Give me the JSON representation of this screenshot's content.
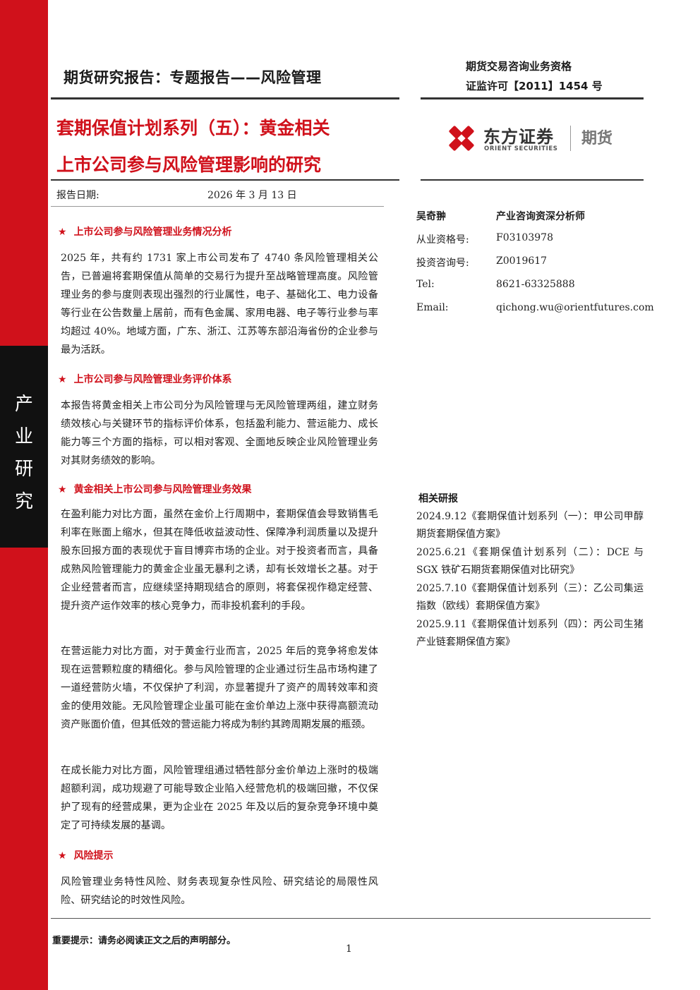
{
  "side": {
    "label_chars": [
      "产",
      "业",
      "研",
      "究"
    ]
  },
  "header": {
    "title": "期货研究报告：专题报告——风险管理",
    "qualification_line1": "期货交易咨询业务资格",
    "qualification_line2": "证监许可【2011】1454 号"
  },
  "report": {
    "title_line1": "套期保值计划系列（五）：黄金相关",
    "title_line2": "上市公司参与风险管理影响的研究",
    "date_label": "报告日期:",
    "date_value": "2026 年 3 月 13 日"
  },
  "logo": {
    "name_cn": "东方证券",
    "name_en": "ORIENT SECURITIES",
    "suffix": "期货",
    "brand_color": "#d0111b"
  },
  "sections": [
    {
      "star": "★",
      "heading": "上市公司参与风险管理业务情况分析",
      "paragraphs": [
        "2025 年，共有约 1731 家上市公司发布了 4740 条风险管理相关公告，已普遍将套期保值从简单的交易行为提升至战略管理高度。风险管理业务的参与度则表现出强烈的行业属性，电子、基础化工、电力设备等行业在公告数量上居前，而有色金属、家用电器、电子等行业参与率均超过 40%。地域方面，广东、浙江、江苏等东部沿海省份的企业参与最为活跃。"
      ]
    },
    {
      "star": "★",
      "heading": "上市公司参与风险管理业务评价体系",
      "paragraphs": [
        "本报告将黄金相关上市公司分为风险管理与无风险管理两组，建立财务绩效核心与关键环节的指标评价体系，包括盈利能力、营运能力、成长能力等三个方面的指标，可以相对客观、全面地反映企业风险管理业务对其财务绩效的影响。"
      ]
    },
    {
      "star": "★",
      "heading": "黄金相关上市公司参与风险管理业务效果",
      "paragraphs": [
        "在盈利能力对比方面，虽然在金价上行周期中，套期保值会导致销售毛利率在账面上缩水，但其在降低收益波动性、保障净利润质量以及提升股东回报方面的表现优于盲目博弈市场的企业。对于投资者而言，具备成熟风险管理能力的黄金企业虽无暴利之诱，却有长效增长之基。对于企业经营者而言，应继续坚持期现结合的原则，将套保视作稳定经营、提升资产运作效率的核心竞争力，而非投机套利的手段。",
        "在营运能力对比方面，对于黄金行业而言，2025 年后的竞争将愈发体现在运营颗粒度的精细化。参与风险管理的企业通过衍生品市场构建了一道经营防火墙，不仅保护了利润，亦显著提升了资产的周转效率和资金的使用效能。无风险管理企业虽可能在金价单边上涨中获得高额流动资产账面价值，但其低效的营运能力将成为制约其跨周期发展的瓶颈。",
        "在成长能力对比方面，风险管理组通过牺牲部分金价单边上涨时的极端超额利润，成功规避了可能导致企业陷入经营危机的极端回撤，不仅保护了现有的经营成果，更为企业在 2025 年及以后的复杂竞争环境中奠定了可持续发展的基调。"
      ]
    },
    {
      "star": "★",
      "heading": "风险提示",
      "paragraphs": [
        "风险管理业务特性风险、财务表现复杂性风险、研究结论的局限性风险、研究结论的时效性风险。"
      ]
    }
  ],
  "analyst": {
    "name": "吴奇翀",
    "title": "产业咨询资深分析师",
    "rows": [
      {
        "label": "从业资格号:",
        "value": "F03103978"
      },
      {
        "label": "投资咨询号:",
        "value": "Z0019617"
      },
      {
        "label": "Tel:",
        "value": "8621-63325888"
      },
      {
        "label": "Email:",
        "value": "qichong.wu@orientfutures.com"
      }
    ]
  },
  "related": {
    "heading": "相关研报",
    "items": [
      "2024.9.12《套期保值计划系列（一）：甲公司甲醇期货套期保值方案》",
      "2025.6.21《套期保值计划系列（二）：DCE 与 SGX 铁矿石期货套期保值对比研究》",
      "2025.7.10《套期保值计划系列（三）：乙公司集运指数（欧线）套期保值方案》",
      "2025.9.11《套期保值计划系列（四）：丙公司生猪产业链套期保值方案》"
    ]
  },
  "footer": {
    "note": "重要提示：请务必阅读正文之后的声明部分。",
    "page": "1"
  }
}
